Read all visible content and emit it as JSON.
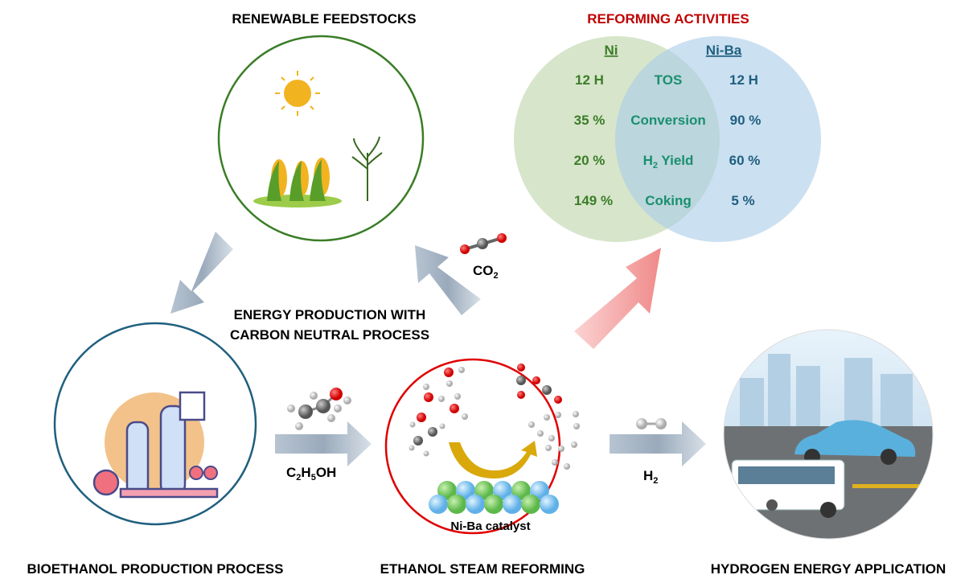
{
  "titles": {
    "feedstocks": "RENEWABLE FEEDSTOCKS",
    "reforming": "REFORMING ACTIVITIES",
    "center_line1": "ENERGY PRODUCTION WITH",
    "center_line2": "CARBON NEUTRAL PROCESS",
    "bioethanol": "BIOETHANOL PRODUCTION PROCESS",
    "esr": "ETHANOL STEAM REFORMING",
    "hydrogen": "HYDROGEN ENERGY APPLICATION"
  },
  "venn": {
    "left_label": "Ni",
    "right_label": "Ni-Ba",
    "metrics": [
      "TOS",
      "Conversion",
      "H2 Yield",
      "Coking"
    ],
    "metric_h2": {
      "base": "H",
      "sub": "2",
      "rest": " Yield"
    },
    "ni_values": [
      "12 H",
      "35 %",
      "20 %",
      "149 %"
    ],
    "niba_values": [
      "12 H",
      "90 %",
      "60 %",
      "5 %"
    ],
    "colors": {
      "ni": "#3a7d27",
      "niba": "#1f5f7f",
      "overlap": "#1a8f6f",
      "title": "#c00000"
    }
  },
  "labels": {
    "co2": {
      "base": "CO",
      "sub": "2"
    },
    "ethanol": {
      "a": "C",
      "b": "2",
      "c": "H",
      "d": "5",
      "e": "OH"
    },
    "h2": {
      "base": "H",
      "sub": "2"
    },
    "catalyst": "Ni-Ba catalyst"
  }
}
